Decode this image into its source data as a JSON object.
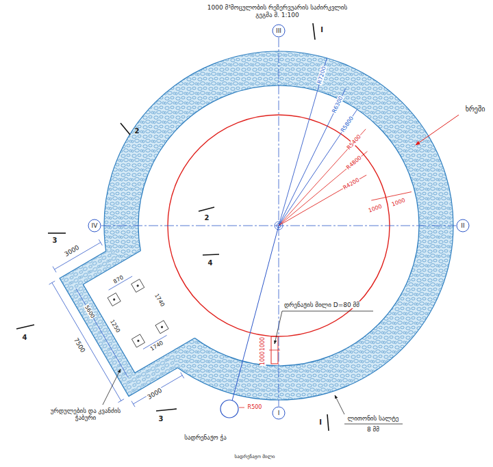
{
  "diagram": {
    "title": "1000 მ³მოცულობის რეზერვუარის საძირკვლის გეგმა მ. 1:100",
    "nodes": [
      {
        "text": [
          "III"
        ]
      },
      {
        "text": [
          "IV"
        ]
      },
      {
        "text": [
          "II"
        ]
      },
      {
        "text": [
          "I"
        ]
      }
    ],
    "edges": [
      {
        "from": 0,
        "to": 3,
        "arrow": "none"
      },
      {
        "from": 1,
        "to": 2,
        "arrow": "none"
      }
    ],
    "labels": [
      "ხრეში",
      "დრენაჟის მილი D=80 მმ",
      "ურდულების და კვანძის ჭაბური",
      "სადრენაჟო ჭა",
      "ლითონის სალტე",
      "8 მმ",
      "სადრენაჟო მილი",
      "R7200",
      "R6300",
      "R5800",
      "R5400",
      "R4800",
      "R4200",
      "1000",
      "1000",
      "3000",
      "7500",
      "5600",
      "3000",
      "870",
      "1250",
      "1740",
      "1740",
      "1000",
      "1000",
      "R500",
      "I",
      "I",
      "2",
      "2",
      "3",
      "3",
      "4",
      "4"
    ]
  }
}
